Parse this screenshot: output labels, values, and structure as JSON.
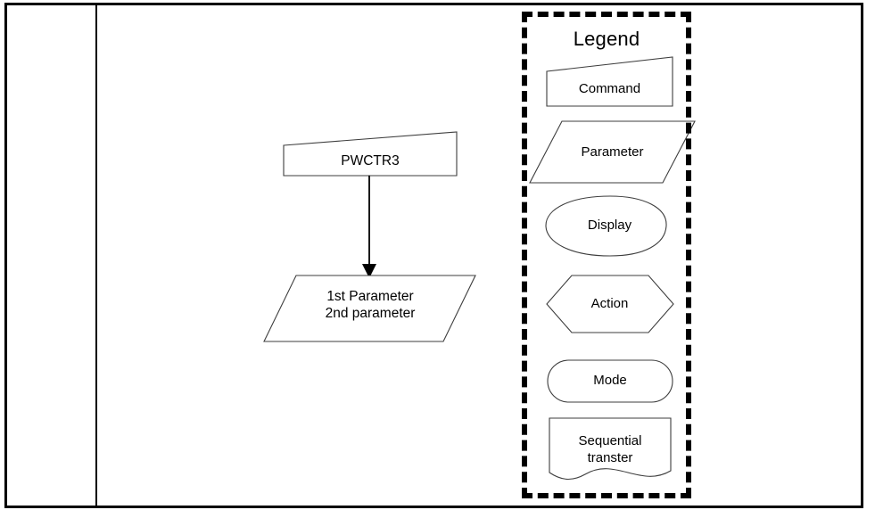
{
  "page": {
    "title": "Command flow diagram with legend",
    "background_color": "#ffffff",
    "border_color": "#000000"
  },
  "left_column": {
    "name": "empty-side-column",
    "content": ""
  },
  "flowchart": {
    "name": "pwctr3-command-flow",
    "nodes": [
      {
        "id": "pwctr3-command",
        "shape": "command-trapezoid",
        "label": "PWCTR3"
      },
      {
        "id": "pwctr3-parameters",
        "shape": "parameter-parallelogram",
        "label_line_1": "1st Parameter",
        "label_line_2": "2nd parameter"
      }
    ],
    "connectors": [
      {
        "id": "command-to-parameter-arrow",
        "from": "pwctr3-command",
        "to": "pwctr3-parameters",
        "style": "solid-arrow-down"
      }
    ]
  },
  "legend": {
    "title": "Legend",
    "border_style": "dashed",
    "border_color": "#000000",
    "items": [
      {
        "shape": "command-trapezoid",
        "label": "Command"
      },
      {
        "shape": "parameter-parallelogram",
        "label": "Parameter"
      },
      {
        "shape": "display-rounded",
        "label": "Display"
      },
      {
        "shape": "action-hexagon",
        "label": "Action"
      },
      {
        "shape": "mode-stadium",
        "label": "Mode"
      },
      {
        "shape": "sequential-document",
        "label_line_1": "Sequential",
        "label_line_2": "transter"
      }
    ]
  }
}
